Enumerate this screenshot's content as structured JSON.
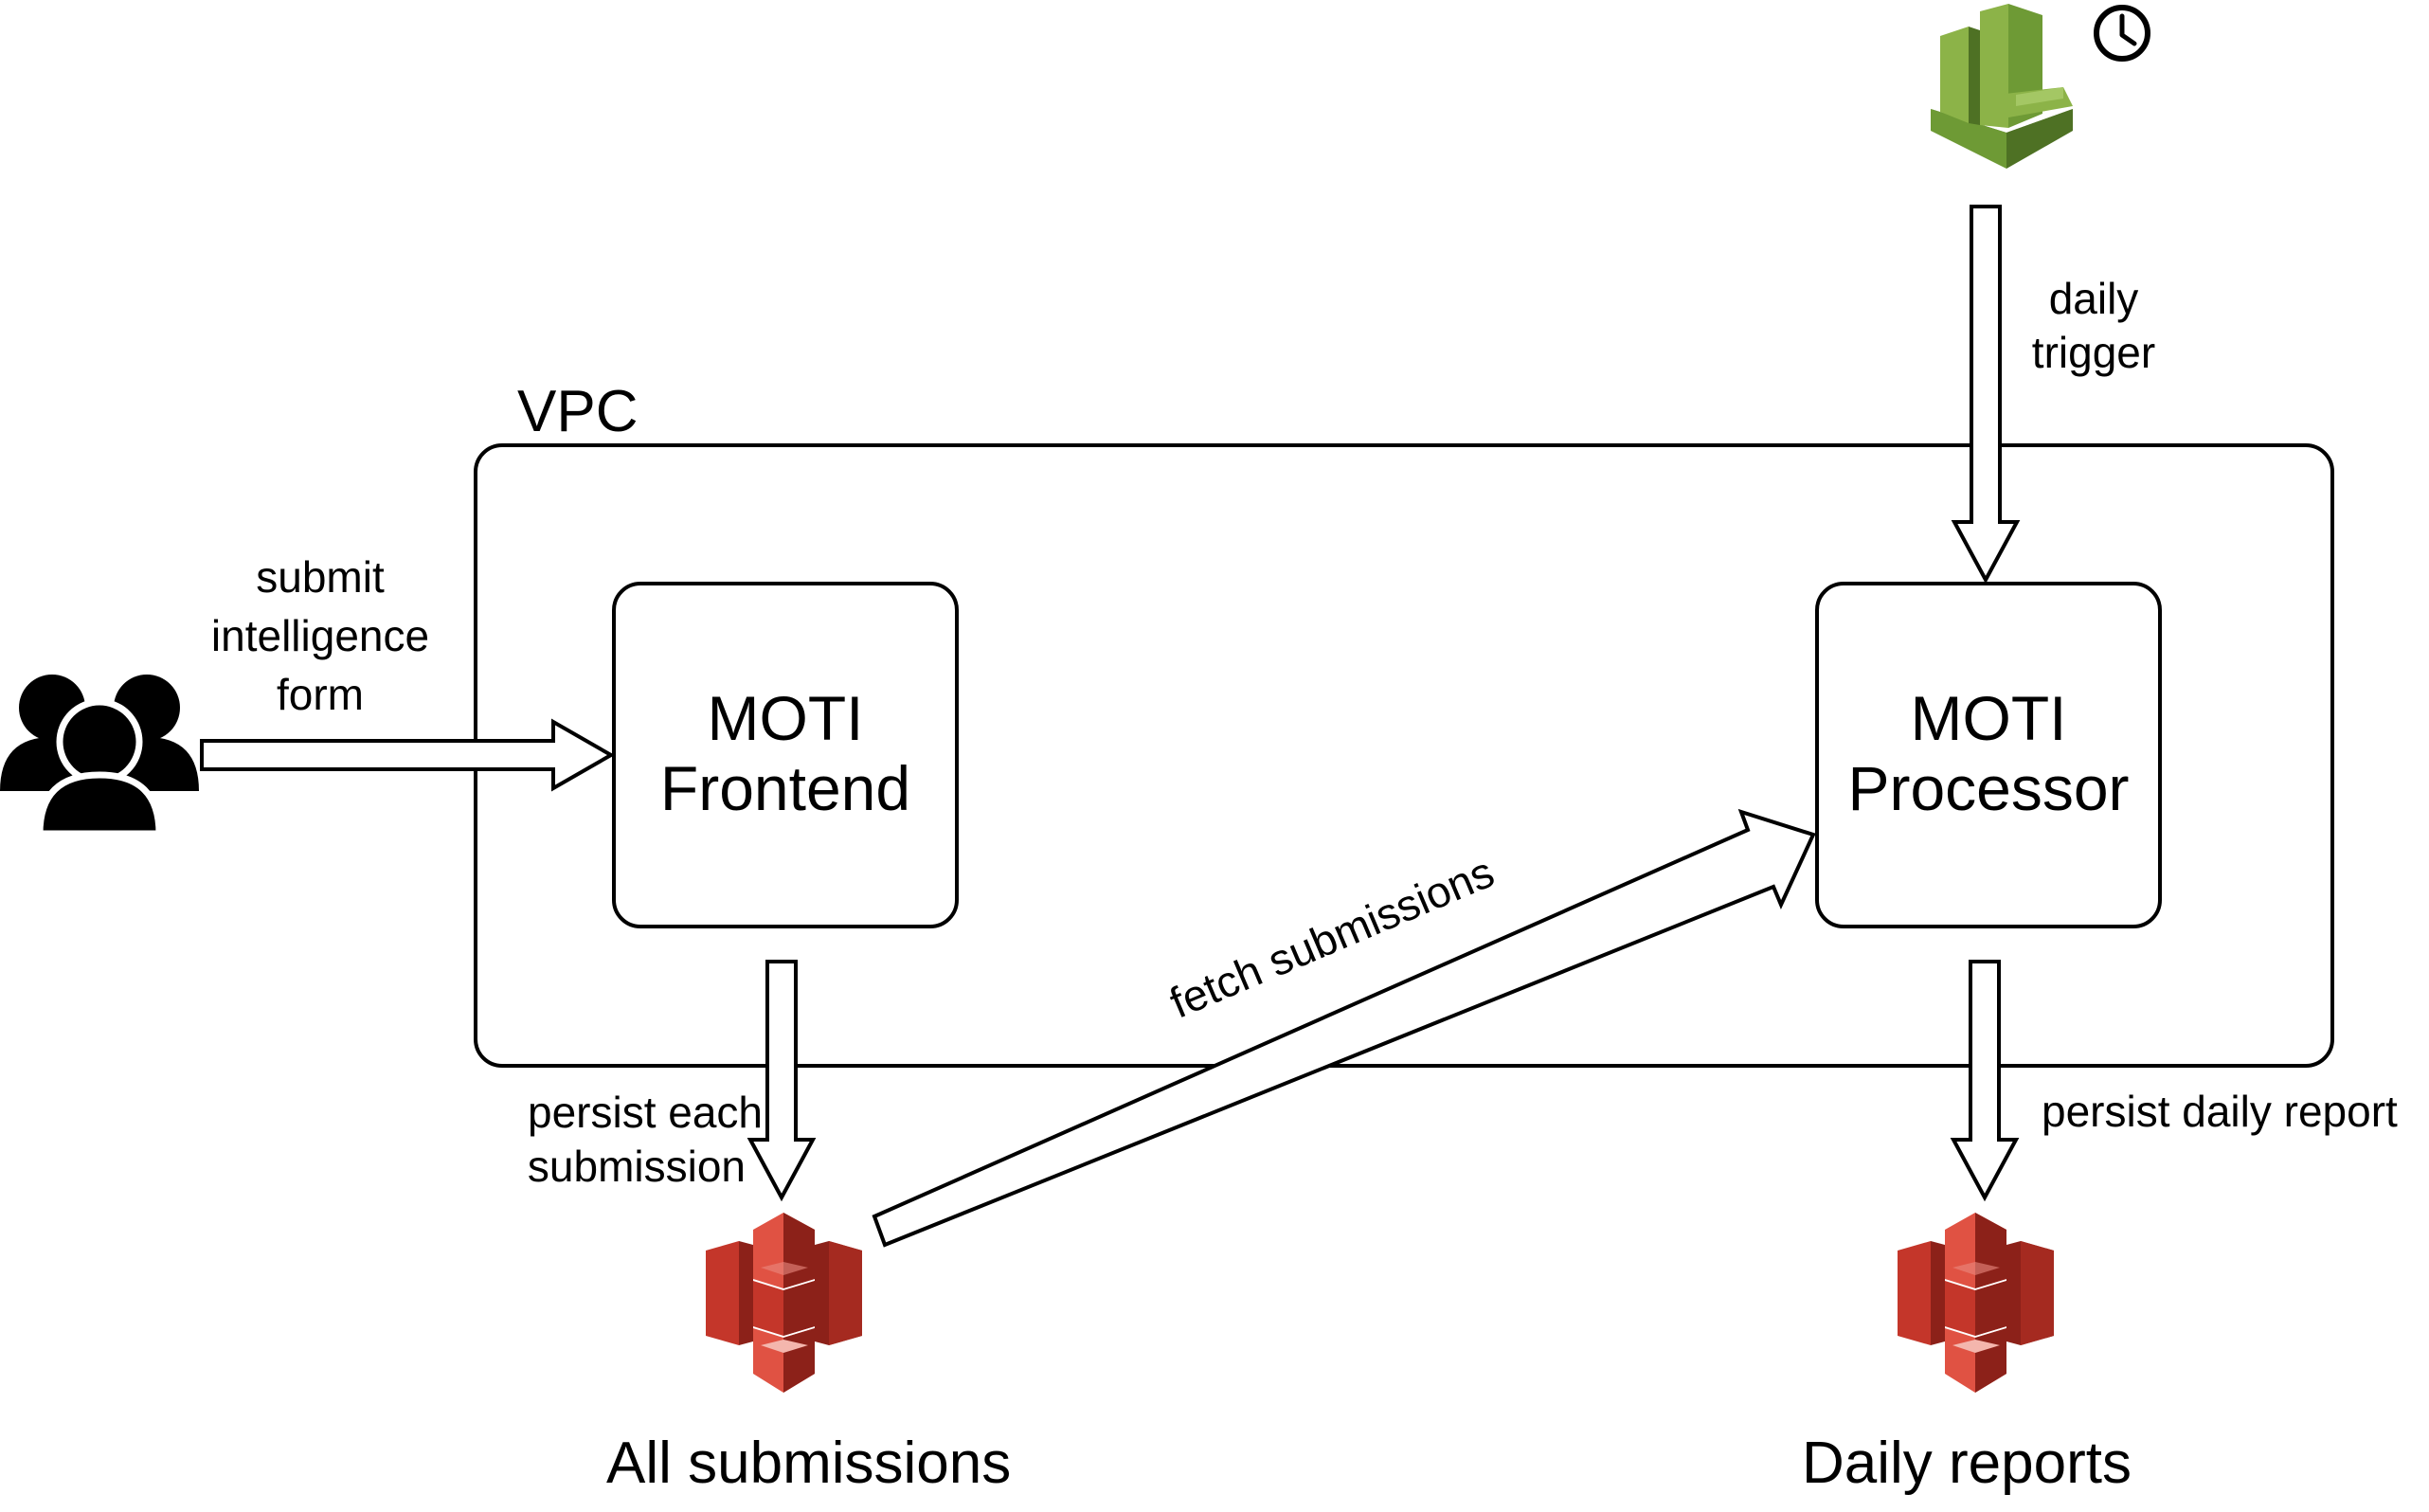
{
  "vpc": {
    "label": "VPC"
  },
  "nodes": {
    "frontend": {
      "line1": "MOTI",
      "line2": "Frontend"
    },
    "processor": {
      "line1": "MOTI",
      "line2": "Processor"
    }
  },
  "edges": {
    "submit": {
      "line1": "submit",
      "line2": "intelligence",
      "line3": "form"
    },
    "persist_each": {
      "line1": "persist each",
      "line2": "submission"
    },
    "fetch": {
      "label": "fetch submissions"
    },
    "trigger": {
      "line1": "daily",
      "line2": "trigger"
    },
    "persist_daily": {
      "label": "persist daily report"
    }
  },
  "buckets": {
    "all": {
      "label": "All submissions",
      "icon": "s3-bucket-icon"
    },
    "daily": {
      "label": "Daily reports",
      "icon": "s3-bucket-icon"
    }
  },
  "icons": {
    "users": "users-group-icon",
    "scheduler": "cloudwatch-events-icon",
    "clock": "clock-icon"
  },
  "colors": {
    "s3_light": "#e05243",
    "s3_mid": "#c4362a",
    "s3_dark": "#8c2119",
    "cw_light": "#8cb348",
    "cw_mid": "#6e9a35",
    "cw_dark": "#4e7124"
  }
}
